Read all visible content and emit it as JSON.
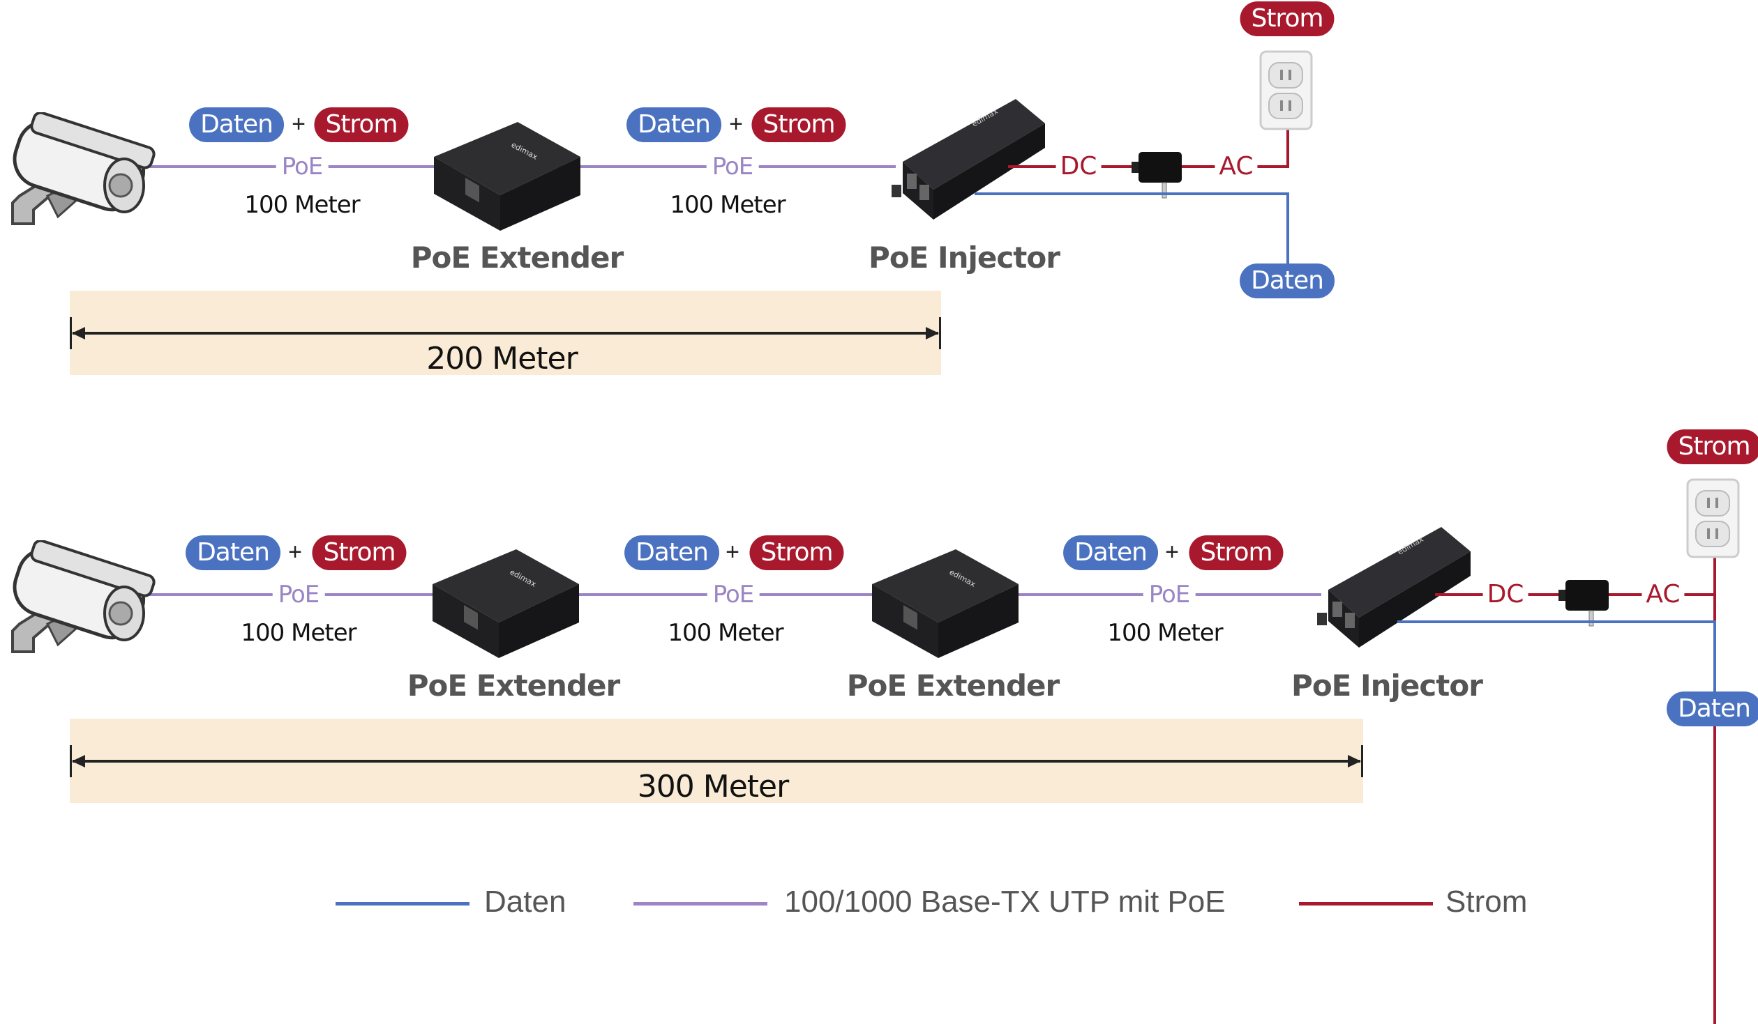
{
  "colors": {
    "data": "#4a72c0",
    "power": "#a8192e",
    "poe": "#9b85c4",
    "band": "#f9ebd5"
  },
  "diagrams": [
    {
      "segments": [
        {
          "data": "Daten",
          "plus": "+",
          "power": "Strom",
          "cable": "PoE",
          "length": "100 Meter"
        },
        {
          "data": "Daten",
          "plus": "+",
          "power": "Strom",
          "cable": "PoE",
          "length": "100 Meter"
        }
      ],
      "devices": [
        "PoE Extender",
        "PoE Injector"
      ],
      "dc": "DC",
      "ac": "AC",
      "outlet_badge": "Strom",
      "network_badge": "Daten",
      "total": "200 Meter"
    },
    {
      "segments": [
        {
          "data": "Daten",
          "plus": "+",
          "power": "Strom",
          "cable": "PoE",
          "length": "100 Meter"
        },
        {
          "data": "Daten",
          "plus": "+",
          "power": "Strom",
          "cable": "PoE",
          "length": "100 Meter"
        },
        {
          "data": "Daten",
          "plus": "+",
          "power": "Strom",
          "cable": "PoE",
          "length": "100 Meter"
        }
      ],
      "devices": [
        "PoE Extender",
        "PoE Extender",
        "PoE Injector"
      ],
      "dc": "DC",
      "ac": "AC",
      "outlet_badge": "Strom",
      "network_badge": "Daten",
      "total": "300 Meter"
    }
  ],
  "legend": [
    {
      "label": "Daten",
      "color": "#4a72c0"
    },
    {
      "label": "100/1000 Base-TX UTP mit PoE",
      "color": "#9b85c4"
    },
    {
      "label": "Strom",
      "color": "#a8192e"
    }
  ]
}
